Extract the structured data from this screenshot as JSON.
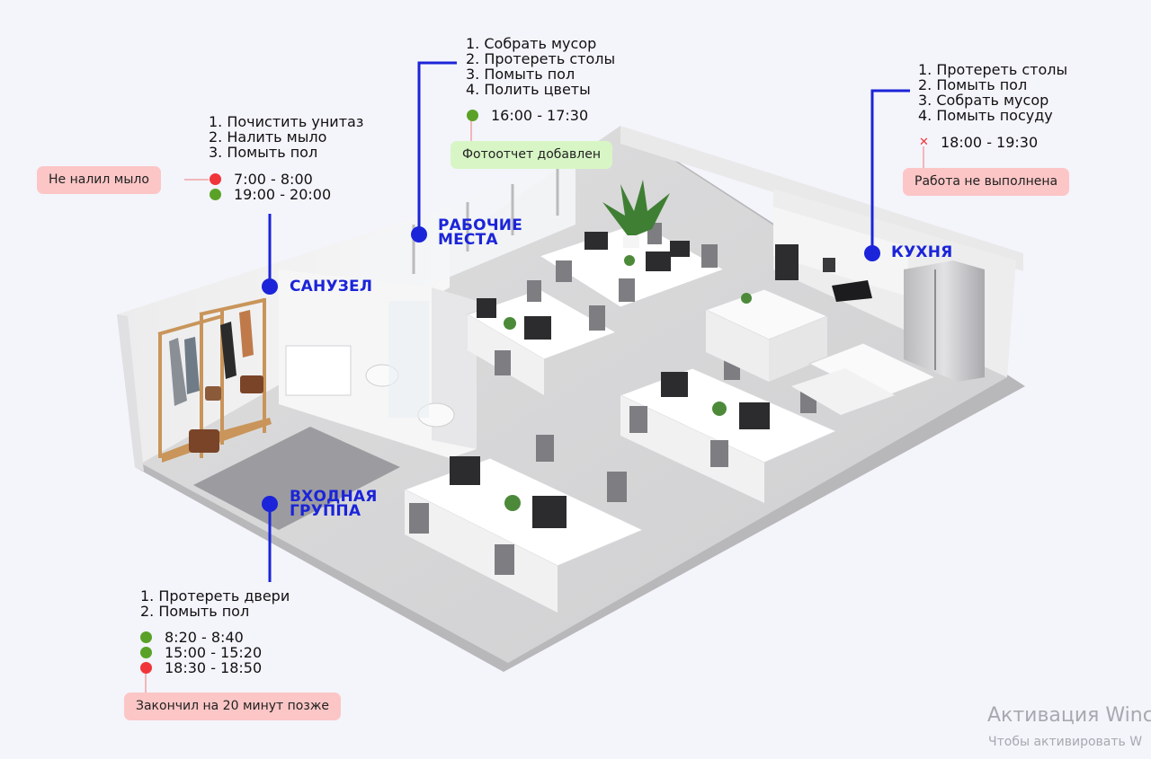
{
  "zones": {
    "sanuzel": {
      "label_lines": [
        "САНУЗЕЛ"
      ],
      "tasks": [
        "1. Почистить унитаз",
        "2. Налить мыло",
        "3. Помыть пол"
      ],
      "slots": [
        {
          "time": "7:00 - 8:00",
          "status": "red"
        },
        {
          "time": "19:00 - 20:00",
          "status": "green"
        }
      ],
      "note": "Не налил мыло"
    },
    "workplaces": {
      "label_lines": [
        "РАБОЧИЕ",
        "МЕСТА"
      ],
      "tasks": [
        "1. Собрать мусор",
        "2. Протереть столы",
        "3. Помыть пол",
        "4. Полить цветы"
      ],
      "slots": [
        {
          "time": "16:00 - 17:30",
          "status": "green"
        }
      ],
      "note": "Фотоотчет добавлен"
    },
    "kitchen": {
      "label_lines": [
        "КУХНЯ"
      ],
      "tasks": [
        "1. Протереть столы",
        "2. Помыть пол",
        "3. Собрать мусор",
        "4. Помыть посуду"
      ],
      "slots": [
        {
          "time": "18:00 - 19:30",
          "status": "failed"
        }
      ],
      "note": "Работа не выполнена"
    },
    "entrance": {
      "label_lines": [
        "ВХОДНАЯ",
        "ГРУППА"
      ],
      "tasks": [
        "1. Протереть двери",
        "2. Помыть пол"
      ],
      "slots": [
        {
          "time": "8:20 - 8:40",
          "status": "green"
        },
        {
          "time": "15:00 - 15:20",
          "status": "green"
        },
        {
          "time": "18:30 - 18:50",
          "status": "red"
        }
      ],
      "note": "Закончил на 20 минут позже"
    }
  },
  "colors": {
    "accent": "#1b24d8",
    "ok": "#5aa227",
    "fail": "#f0353a",
    "note_bad": "#fcc6c6",
    "note_good": "#d8f6c5"
  },
  "watermark": {
    "title": "Активация Winc",
    "subtitle": "Чтобы активировать W"
  }
}
